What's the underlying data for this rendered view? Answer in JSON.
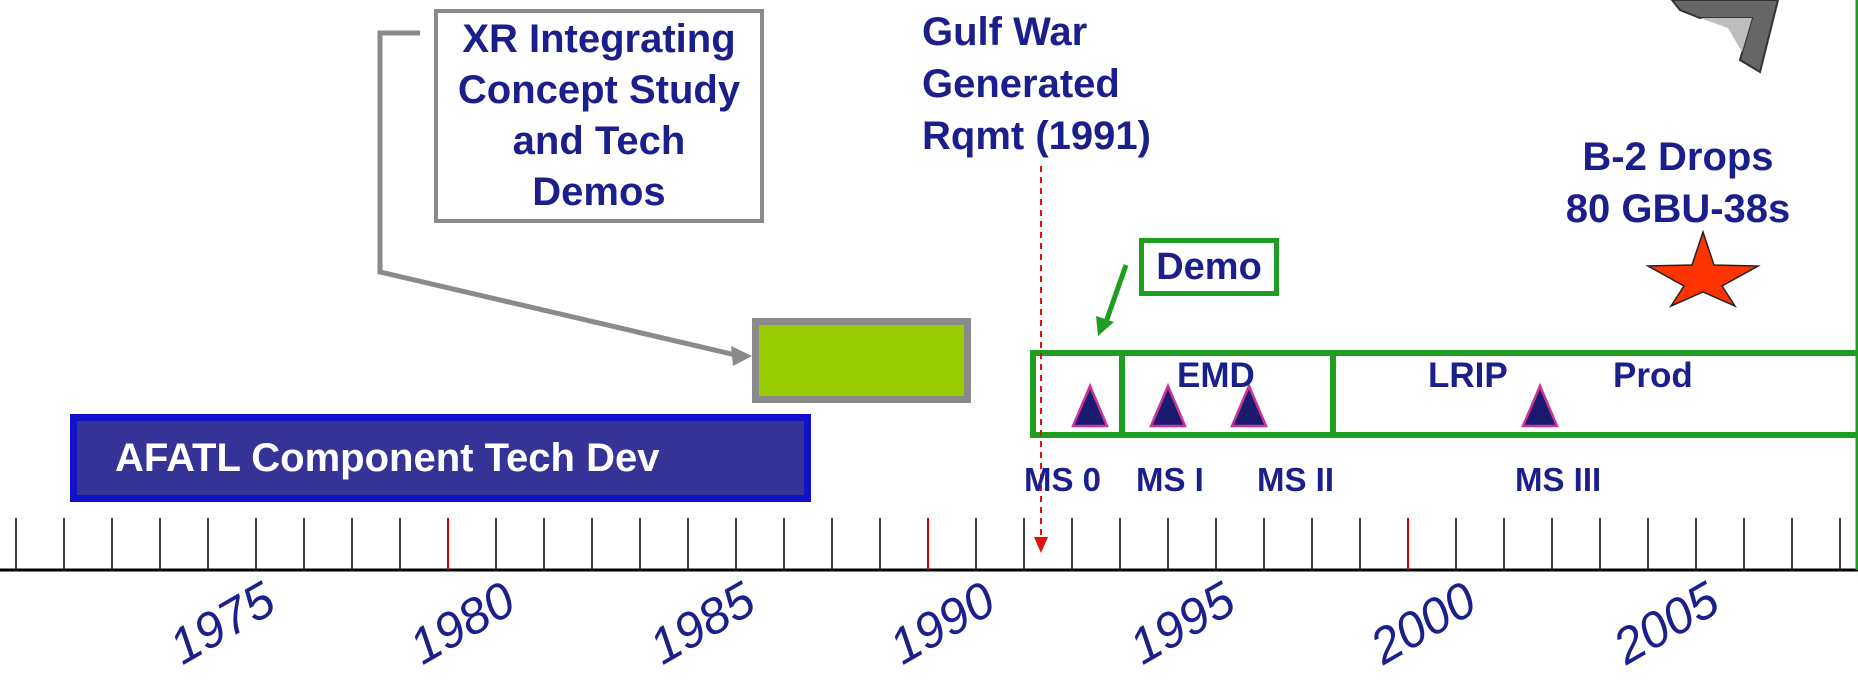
{
  "xr_box": {
    "text": "XR Integrating\nConcept Study\nand Tech\nDemos"
  },
  "gulf_war": {
    "text": "Gulf War\nGenerated\nRqmt (1991)"
  },
  "b2_drops": {
    "text": "B-2 Drops\n80 GBU-38s"
  },
  "demo": {
    "label": "Demo"
  },
  "afatl": {
    "label": "AFATL Component Tech Dev"
  },
  "phases": {
    "emd": "EMD",
    "lrip": "LRIP",
    "prod": "Prod"
  },
  "milestones": {
    "ms0": "MS 0",
    "ms1": "MS I",
    "ms2": "MS II",
    "ms3": "MS III"
  },
  "years": [
    "1975",
    "1980",
    "1985",
    "1990",
    "1995",
    "2000",
    "2005"
  ],
  "colors": {
    "navy_text": "#1a1f8c",
    "green_frame": "#1e9e1e",
    "lime_block": "#99cc00",
    "gray_frame": "#8a8a8a",
    "afatl_fill": "#363396",
    "afatl_border": "#1111cc",
    "triangle_fill": "#1a1a6e",
    "triangle_stroke": "#cc3399",
    "star": "#ff3300",
    "red_tick": "#cc0000"
  },
  "icons": {
    "star": "red-star-icon",
    "logo": "aircraft-logo-icon",
    "triangle": "milestone-triangle-icon"
  }
}
